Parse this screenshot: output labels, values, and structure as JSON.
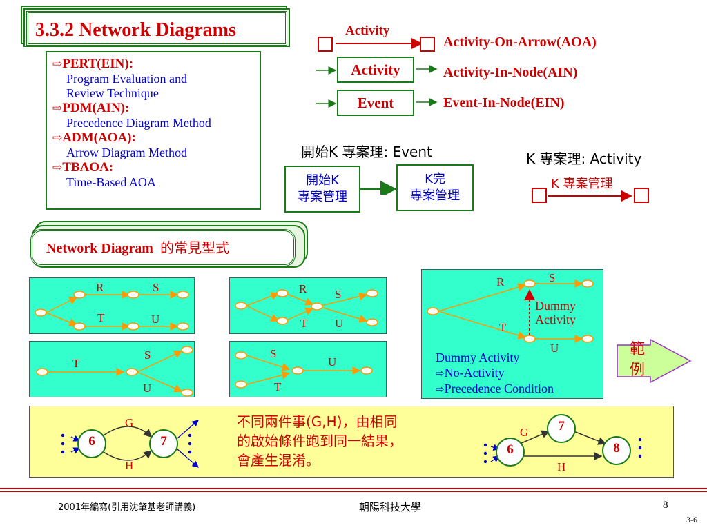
{
  "title": "3.3.2  Network Diagrams",
  "definitions": [
    {
      "term": "PERT(EIN):",
      "desc": [
        "Program Evaluation and",
        "Review Technique"
      ]
    },
    {
      "term": "PDM(AIN):",
      "desc": [
        "Precedence Diagram Method"
      ]
    },
    {
      "term": "ADM(AOA):",
      "desc": [
        "Arrow Diagram Method"
      ]
    },
    {
      "term": "TBAOA:",
      "desc": [
        "Time-Based AOA"
      ]
    }
  ],
  "notation": {
    "aoa_arrow_label": "Activity",
    "aoa_label": "Activity-On-Arrow(AOA)",
    "ain_node": "Activity",
    "ain_label": "Activity-In-Node(AIN)",
    "ein_node": "Event",
    "ein_label": "Event-In-Node(EIN)"
  },
  "example_event": {
    "caption": "開始K 專案理: Event",
    "start_node": [
      "開始K",
      "專案管理"
    ],
    "end_node": [
      "K完",
      "專案管理"
    ]
  },
  "example_activity": {
    "caption": "K 專案理: Activity",
    "arrow_label": "K  專案管理"
  },
  "network_title": {
    "en": "Network Diagram",
    "zh": "的常見型式"
  },
  "panels": {
    "p1": {
      "labels": [
        "R",
        "S",
        "T",
        "U"
      ]
    },
    "p2": {
      "labels": [
        "S",
        "T",
        "U"
      ]
    },
    "p3": {
      "labels": [
        "R",
        "S",
        "T",
        "U"
      ]
    },
    "p4": {
      "labels": [
        "S",
        "U",
        "T"
      ]
    },
    "p5": {
      "labels": [
        "R",
        "S",
        "T",
        "U"
      ],
      "dummy_label": [
        "Dummy",
        "Activity"
      ],
      "note_title": "Dummy Activity",
      "note_items": [
        "No-Activity",
        "Precedence Condition"
      ]
    }
  },
  "example_tag": [
    "範",
    "例"
  ],
  "bottom": {
    "text": [
      "不同兩件事(G,H)，由相同",
      "的啟始條件跑到同一結果，",
      "會產生混淆。"
    ],
    "left": {
      "n1": "6",
      "n2": "7",
      "g": "G",
      "h": "H"
    },
    "right": {
      "n1": "6",
      "n2": "7",
      "n3": "8",
      "g": "G",
      "h": "H"
    }
  },
  "footer": {
    "left": "2001年編寫(引用沈肇基老師講義)",
    "center": "朝陽科技大學",
    "page": "8",
    "sub": "3-6"
  },
  "colors": {
    "accent": "#cc0000",
    "frame": "#1a7a1a",
    "panel": "#33ffcc",
    "bottom": "#ffff99",
    "arrow": "#ff9900"
  }
}
